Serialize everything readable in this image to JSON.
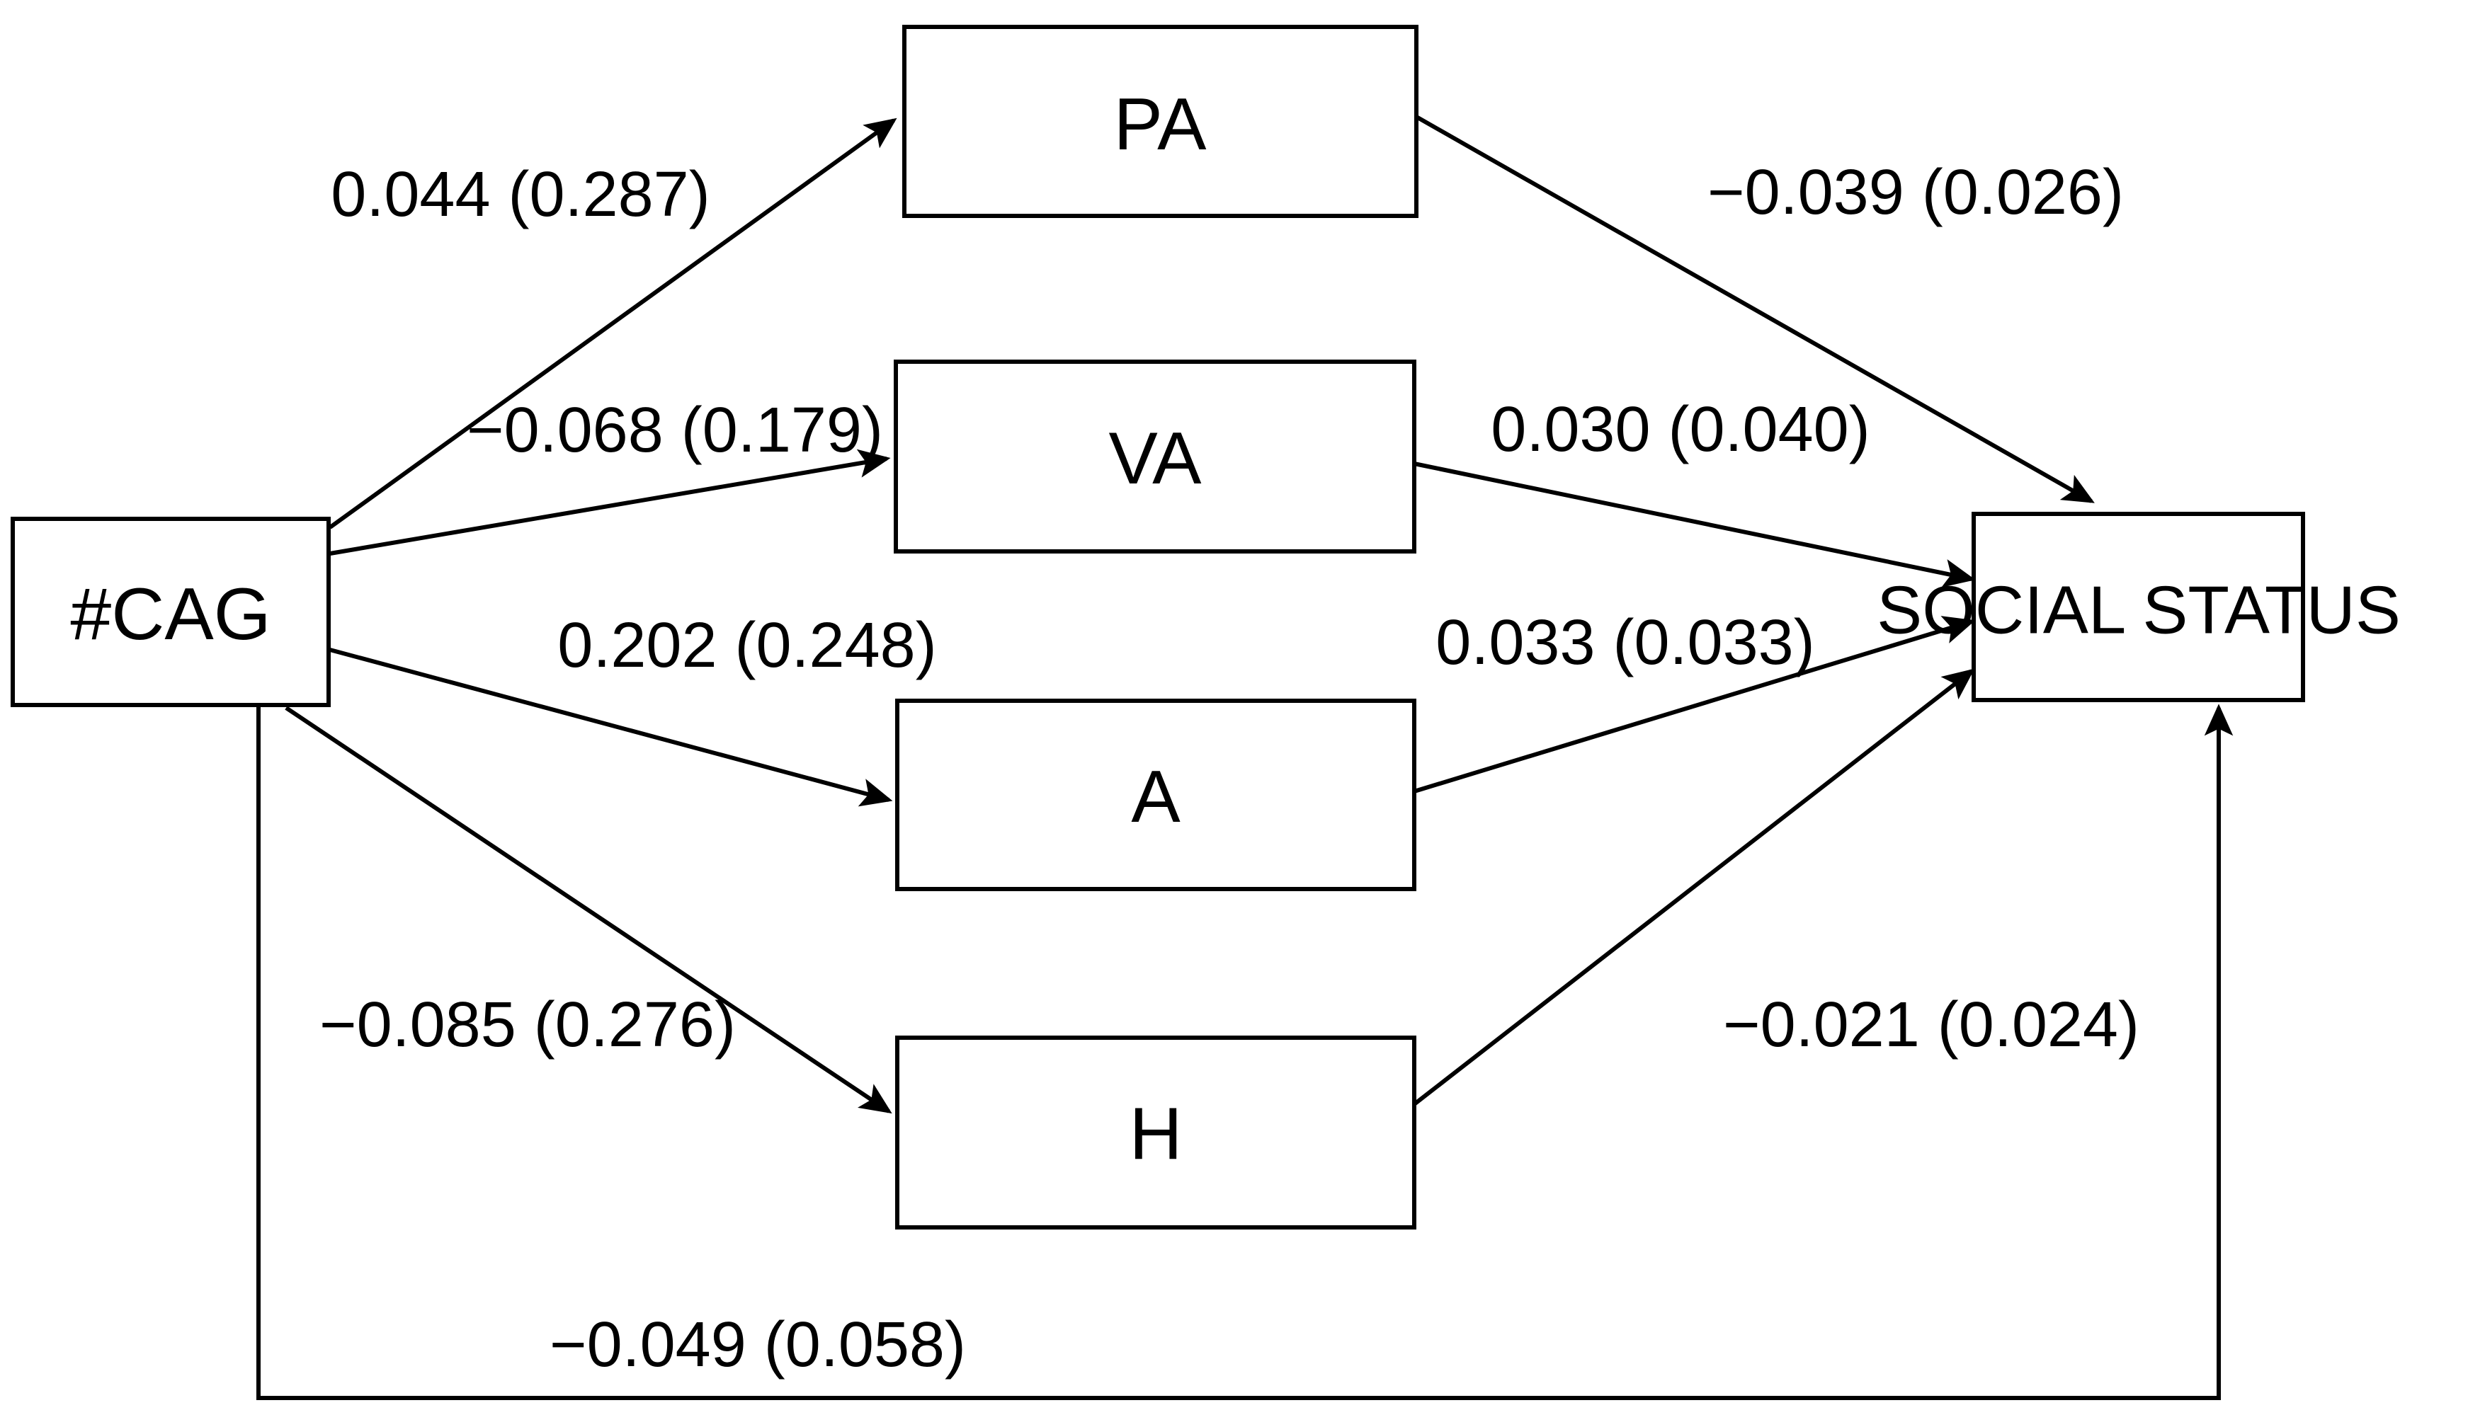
{
  "diagram": {
    "type": "path-mediation-diagram",
    "background_color": "#ffffff",
    "line_color": "#000000",
    "nodes": [
      {
        "id": "cag",
        "label": "#CAG",
        "role": "predictor"
      },
      {
        "id": "pa",
        "label": "PA",
        "role": "mediator"
      },
      {
        "id": "va",
        "label": "VA",
        "role": "mediator"
      },
      {
        "id": "a",
        "label": "A",
        "role": "mediator"
      },
      {
        "id": "h",
        "label": "H",
        "role": "mediator"
      },
      {
        "id": "social",
        "label": "SOCIAL STATUS",
        "role": "outcome"
      }
    ],
    "edges": [
      {
        "id": "cag-pa",
        "from": "cag",
        "to": "pa",
        "coefficient": "0.044",
        "se": "0.287",
        "label": "0.044 (0.287)"
      },
      {
        "id": "cag-va",
        "from": "cag",
        "to": "va",
        "coefficient": "−0.068",
        "se": "0.179",
        "label": "−0.068 (0.179)"
      },
      {
        "id": "cag-a",
        "from": "cag",
        "to": "a",
        "coefficient": "0.202",
        "se": "0.248",
        "label": "0.202 (0.248)"
      },
      {
        "id": "cag-h",
        "from": "cag",
        "to": "h",
        "coefficient": "−0.085",
        "se": "0.276",
        "label": "−0.085 (0.276)"
      },
      {
        "id": "pa-social",
        "from": "pa",
        "to": "social",
        "coefficient": "−0.039",
        "se": "0.026",
        "label": "−0.039 (0.026)"
      },
      {
        "id": "va-social",
        "from": "va",
        "to": "social",
        "coefficient": "0.030",
        "se": "0.040",
        "label": "0.030 (0.040)"
      },
      {
        "id": "a-social",
        "from": "a",
        "to": "social",
        "coefficient": "0.033",
        "se": "0.033",
        "label": "0.033 (0.033)"
      },
      {
        "id": "h-social",
        "from": "h",
        "to": "social",
        "coefficient": "−0.021",
        "se": "0.024",
        "label": "−0.021 (0.024)"
      },
      {
        "id": "cag-social",
        "from": "cag",
        "to": "social",
        "coefficient": "−0.049",
        "se": "0.058",
        "label": "−0.049 (0.058)"
      }
    ]
  }
}
